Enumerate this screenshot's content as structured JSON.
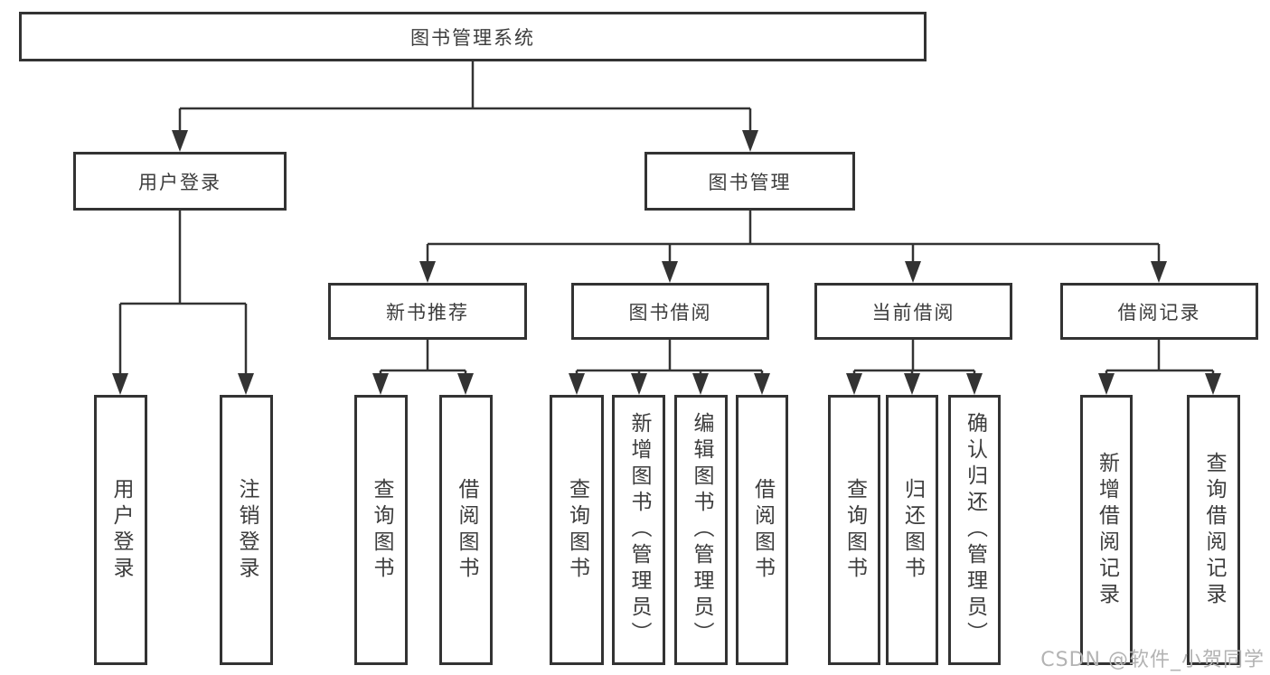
{
  "diagram": {
    "root": {
      "label": "图书管理系统"
    },
    "branches": [
      {
        "label": "用户登录",
        "children": [
          {
            "label": "用户登录"
          },
          {
            "label": "注销登录"
          }
        ]
      },
      {
        "label": "图书管理",
        "children": [
          {
            "label": "新书推荐",
            "children": [
              {
                "label": "查询图书"
              },
              {
                "label": "借阅图书"
              }
            ]
          },
          {
            "label": "图书借阅",
            "children": [
              {
                "label": "查询图书"
              },
              {
                "label": "新增图书（管理员）"
              },
              {
                "label": "编辑图书（管理员）"
              },
              {
                "label": "借阅图书"
              }
            ]
          },
          {
            "label": "当前借阅",
            "children": [
              {
                "label": "查询图书"
              },
              {
                "label": "归还图书"
              },
              {
                "label": "确认归还（管理员）"
              }
            ]
          },
          {
            "label": "借阅记录",
            "children": [
              {
                "label": "新增借阅记录"
              },
              {
                "label": "查询借阅记录"
              }
            ]
          }
        ]
      }
    ]
  },
  "watermark": {
    "text": "CSDN @软件_小贺同学"
  },
  "colors": {
    "line": "#333333",
    "text": "#3d3d3d",
    "background": "#ffffff",
    "watermark": "#b3b3b3"
  }
}
